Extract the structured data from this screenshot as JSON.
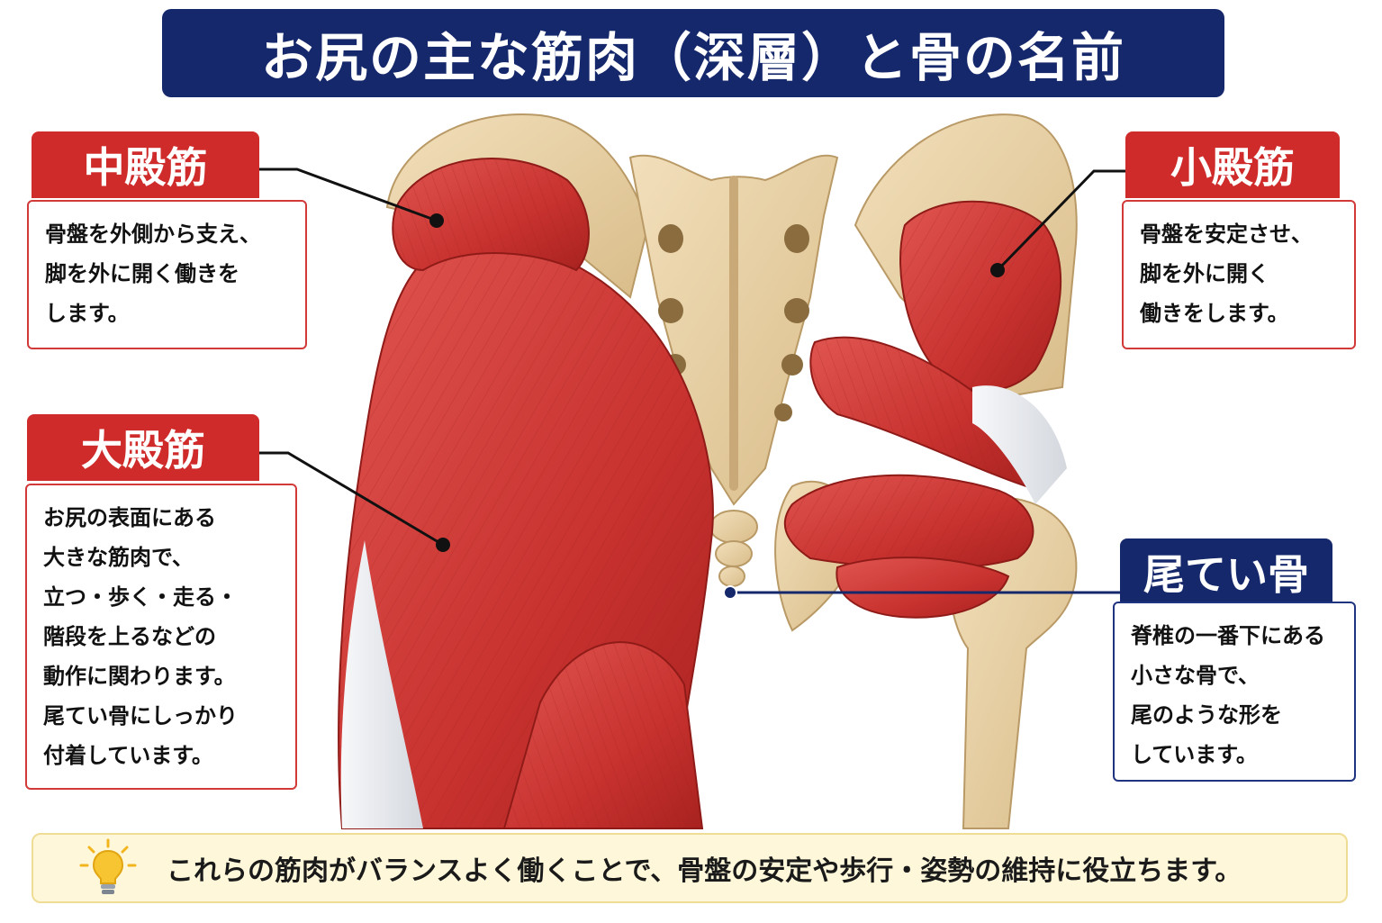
{
  "title": "お尻の主な筋肉（深層）と骨の名前",
  "colors": {
    "navy": "#15286b",
    "red": "#cf2b2b",
    "muscle": "#d4403b",
    "bone": "#e8d2a8",
    "tendon": "#eef0f2",
    "note_bg": "#fff7d9"
  },
  "callouts": {
    "gluteus_medius": {
      "label": "中殿筋",
      "lines": [
        "骨盤を外側から支え、",
        "脚を外に開く働きを",
        "します。"
      ]
    },
    "gluteus_maximus": {
      "label": "大殿筋",
      "lines": [
        "お尻の表面にある",
        "大きな筋肉で、",
        "立つ・歩く・走る・",
        "階段を上るなどの",
        "動作に関わります。",
        "尾てい骨にしっかり",
        "付着しています。"
      ]
    },
    "gluteus_minimus": {
      "label": "小殿筋",
      "lines": [
        "骨盤を安定させ、",
        "脚を外に開く",
        "働きをします。"
      ]
    },
    "coccyx": {
      "label": "尾てい骨",
      "lines": [
        "脊椎の一番下にある",
        "小さな骨で、",
        "尾のような形を",
        "しています。"
      ]
    }
  },
  "footer": {
    "icon": "lightbulb-icon",
    "text": "これらの筋肉がバランスよく働くことで、骨盤の安定や歩行・姿勢の維持に役立ちます。"
  }
}
